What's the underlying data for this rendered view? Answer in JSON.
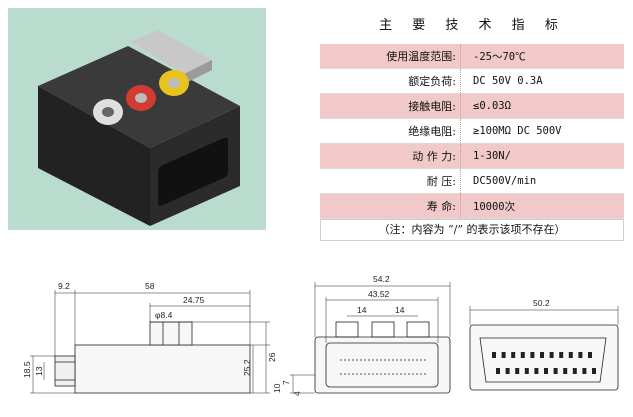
{
  "spec": {
    "title": "主 要 技 术 指 标",
    "rows": [
      {
        "label": "使用温度范围:",
        "value": "-25～70℃"
      },
      {
        "label": "额定负荷:",
        "value": "DC 50V 0.3A"
      },
      {
        "label": "接触电阻:",
        "value": "≤0.03Ω"
      },
      {
        "label": "绝缘电阻:",
        "value": "≥100MΩ DC 500V"
      },
      {
        "label": "动 作 力:",
        "value": "1-30N/"
      },
      {
        "label": "耐   压:",
        "value": "DC500V/min"
      },
      {
        "label": "寿   命:",
        "value": "10000次"
      }
    ],
    "note": "（注：内容为 “/” 的表示该项不存在）"
  },
  "dims": {
    "side": {
      "d1": "9.2",
      "d2": "58",
      "d3": "24.75",
      "d4": "φ8.4",
      "d5": "18.5",
      "d6": "13",
      "d7": "25.2",
      "d8": "26"
    },
    "front": {
      "d1": "54.2",
      "d2": "43.52",
      "d3": "14",
      "d4": "14",
      "d5": "10",
      "d6": "7",
      "d7": "4"
    },
    "back": {
      "d1": "50.2"
    }
  }
}
